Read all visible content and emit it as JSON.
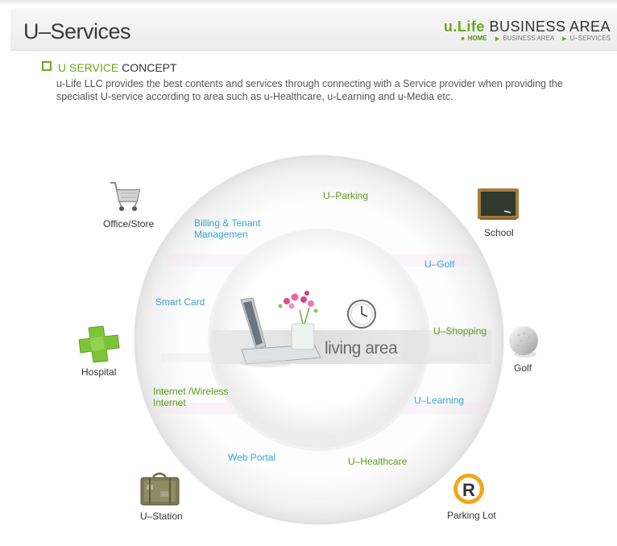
{
  "header": {
    "title": "U–Services",
    "brand_prefix": "u.Life",
    "brand_suffix": "BUSINESS AREA",
    "breadcrumb": [
      "HOME",
      "BUSINESS AREA",
      "U–SERVICES"
    ]
  },
  "section": {
    "title_highlight": "U SERVICE",
    "title_rest": "CONCEPT",
    "description": "u-Life LLC provides the best contents and services through connecting with a Service provider when providing the specialist U-service according to area such as u-Healthcare, u-Learning and u-Media etc."
  },
  "diagram": {
    "center_label": "living area",
    "inner_services": [
      "Billing & Tenant Managemen",
      "Smart Card",
      "Internet /Wireless Internet",
      "Web Portal"
    ],
    "outer_services": [
      "U–Parking",
      "U–Golf",
      "U–Shopping",
      "U–Learning",
      "U–Healthcare"
    ],
    "places": [
      "Office/Store",
      "School",
      "Hospital",
      "Golf",
      "U–Station",
      "Parking Lot"
    ],
    "icons": [
      "shopping-cart-icon",
      "chalkboard-icon",
      "medical-cross-icon",
      "golf-ball-icon",
      "suitcase-icon",
      "parking-sign-icon",
      "laptop-icon",
      "flower-vase-icon",
      "clock-icon"
    ],
    "colors": {
      "accent_green": "#6aa91b",
      "service_blue": "#3aa3d6",
      "service_green": "#5a9a1c"
    }
  }
}
